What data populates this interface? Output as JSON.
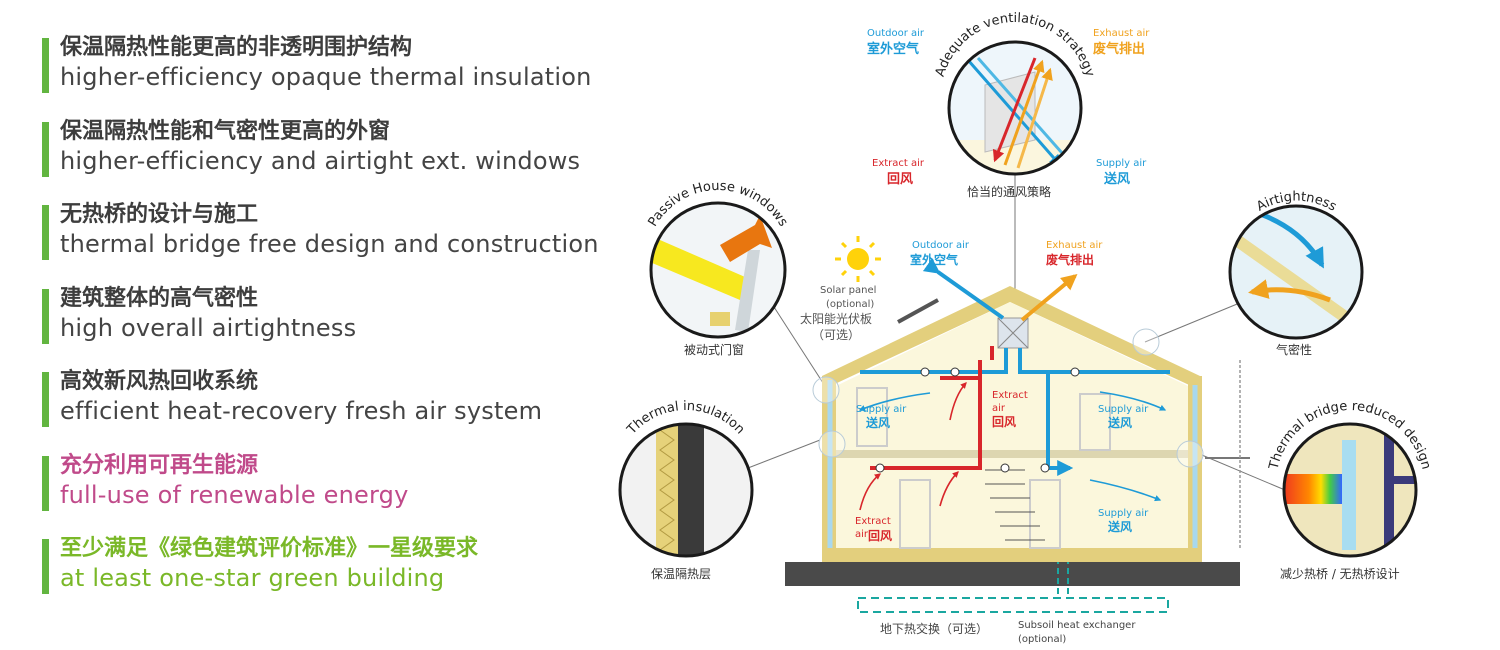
{
  "features": [
    {
      "zh": "保温隔热性能更高的非透明围护结构",
      "en": "higher-efficiency opaque thermal insulation",
      "style": "default"
    },
    {
      "zh": "保温隔热性能和气密性更高的外窗",
      "en": "higher-efficiency and airtight ext. windows",
      "style": "default"
    },
    {
      "zh": "无热桥的设计与施工",
      "en": "thermal bridge free design and construction",
      "style": "default"
    },
    {
      "zh": "建筑整体的高气密性",
      "en": "high overall airtightness",
      "style": "default"
    },
    {
      "zh": "高效新风热回收系统",
      "en": "efficient heat-recovery fresh air system",
      "style": "default"
    },
    {
      "zh": "充分利用可再生能源",
      "en": "full-use of renewable energy",
      "style": "pink"
    },
    {
      "zh": "至少满足《绿色建筑评价标准》一星级要求",
      "en": "at least one-star green building",
      "style": "green"
    }
  ],
  "colors": {
    "bar": "#62b540",
    "pink": "#c04a8a",
    "green": "#7ab828",
    "supply": "#1e9bd7",
    "extract": "#d8262b",
    "exhaust": "#f0a21e",
    "wall": "#f3e9b0",
    "roof": "#e3cf7d"
  },
  "diagram": {
    "ventilation": {
      "title": "Adequate ventilation strategy",
      "caption": "恰当的通风策略",
      "outdoor_en": "Outdoor air",
      "outdoor_zh": "室外空气",
      "exhaust_en": "Exhaust air",
      "exhaust_zh": "废气排出",
      "extract_en": "Extract air",
      "extract_zh": "回风",
      "supply_en": "Supply air",
      "supply_zh": "送风"
    },
    "windows": {
      "title": "Passive House windows",
      "caption": "被动式门窗"
    },
    "airtightness": {
      "title": "Airtightness",
      "caption": "气密性"
    },
    "insulation": {
      "title": "Thermal insulation",
      "caption": "保温隔热层"
    },
    "bridge": {
      "title": "Thermal bridge reduced design",
      "caption": "减少热桥 / 无热桥设计"
    },
    "solar": {
      "en1": "Solar panel",
      "en2": "(optional)",
      "zh1": "太阳能光伏板",
      "zh2": "（可选）"
    },
    "house": {
      "outdoor_en": "Outdoor air",
      "outdoor_zh": "室外空气",
      "exhaust_en": "Exhaust air",
      "exhaust_zh": "废气排出",
      "supply_en": "Supply air",
      "supply_zh": "送风",
      "extract_en": "Extract",
      "extract_en2": "air",
      "extract_zh": "回风"
    },
    "subsoil": {
      "zh": "地下热交换（可选）",
      "en1": "Subsoil heat exchanger",
      "en2": "(optional)"
    }
  }
}
